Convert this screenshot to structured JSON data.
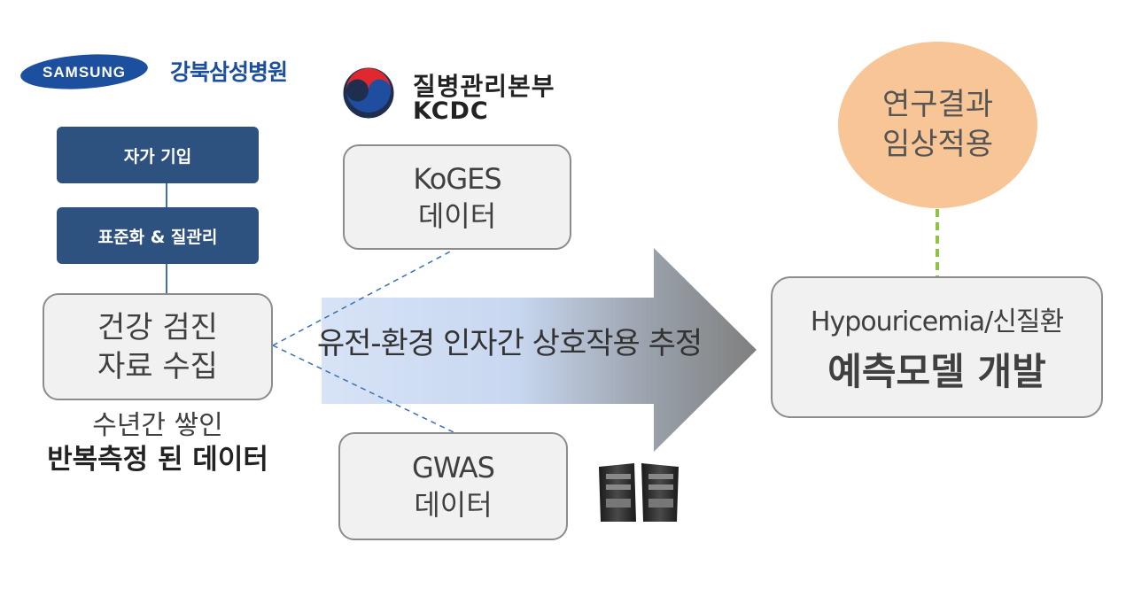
{
  "logos": {
    "samsung": "SAMSUNG",
    "hospital": "강북삼성병원",
    "kcdc_korean": "질병관리본부",
    "kcdc_english": "KCDC"
  },
  "steps": [
    "자가 기입",
    "표준화 & 질관리"
  ],
  "health_checkup": {
    "line1": "건강 검진",
    "line2": "자료 수집"
  },
  "caption": {
    "line1": "수년간 쌓인",
    "line2": "반복측정 된 데이터"
  },
  "koges": {
    "line1": "KoGES",
    "line2": "데이터"
  },
  "gwas": {
    "line1": "GWAS",
    "line2": "데이터"
  },
  "arrow_label": "유전-환경 인자간 상호작용 추정",
  "model": {
    "line1": "Hypouricemia/신질환",
    "line2": "예측모델 개발"
  },
  "result": {
    "line1": "연구결과",
    "line2": "임상적용"
  },
  "colors": {
    "step_blue": "#2d5280",
    "ellipse_orange": "#f8c596",
    "connector_green": "#8cc63f",
    "connector_blue": "#3b6fb6"
  },
  "icons": [
    "taegeuk-emblem-icon",
    "server-icon"
  ]
}
